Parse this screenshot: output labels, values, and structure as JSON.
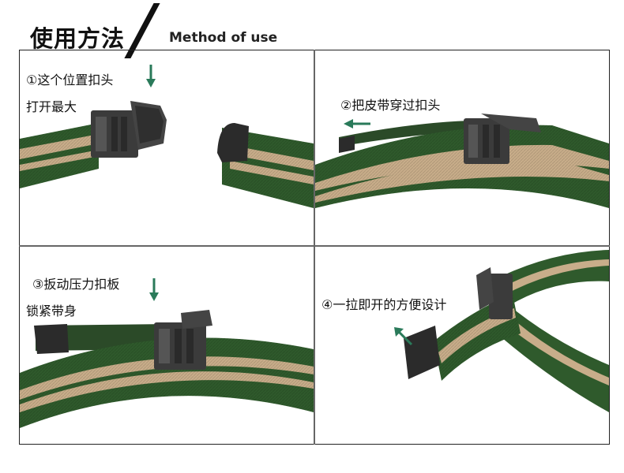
{
  "header": {
    "title_cn": "使用方法",
    "title_en": "Method of use"
  },
  "steps": [
    {
      "line1": "①这个位置扣头",
      "line2": "打开最大",
      "arrow": "down-arrow"
    },
    {
      "line1": "②把皮带穿过扣头",
      "arrow": "left-arrow"
    },
    {
      "line1": "③扳动压力扣板",
      "line2": "锁紧带身",
      "arrow": "down-arrow"
    },
    {
      "line1": "④一拉即开的方便设计",
      "arrow": "up-left-arrow"
    }
  ],
  "colors": {
    "strap_green": "#2f5a2c",
    "stripe_tan": "#c8ad8a",
    "buckle": "#3b3b3b",
    "arrow": "#2a7a5a"
  }
}
